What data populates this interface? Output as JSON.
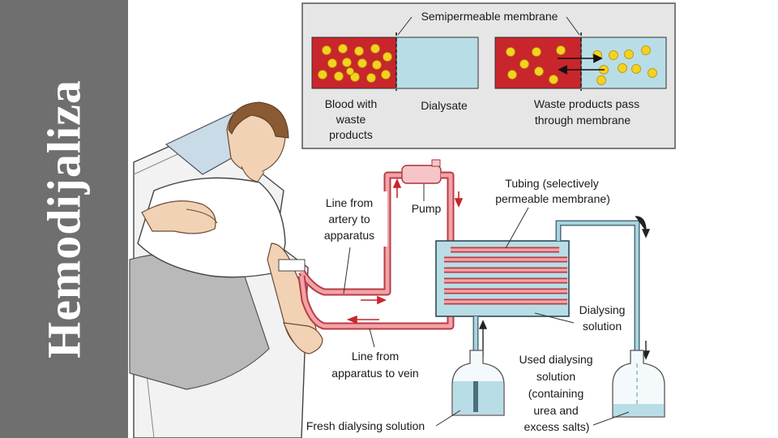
{
  "side_title": "Hemodijaliza",
  "inset": {
    "membrane": "Semipermeable membrane",
    "blood": [
      "Blood with",
      "waste",
      "products"
    ],
    "dialysate": "Dialysate",
    "waste": [
      "Waste products pass",
      "through membrane"
    ]
  },
  "labels": {
    "artery": [
      "Line from",
      "artery to",
      "apparatus"
    ],
    "pump": "Pump",
    "tubing": [
      "Tubing (selectively",
      "permeable membrane)"
    ],
    "solution": [
      "Dialysing",
      "solution"
    ],
    "vein": [
      "Line from",
      "apparatus to vein"
    ],
    "used": [
      "Used dialysing",
      "solution",
      "(containing",
      "urea and",
      "excess salts)"
    ],
    "fresh": "Fresh dialysing solution"
  },
  "colors": {
    "blood": "#c9252c",
    "dialysate": "#b9dde6",
    "particle": "#f4d221",
    "tube_red": "#e8737b",
    "tube_blue": "#a9d3de",
    "sidebar": "#6f6f6f"
  }
}
